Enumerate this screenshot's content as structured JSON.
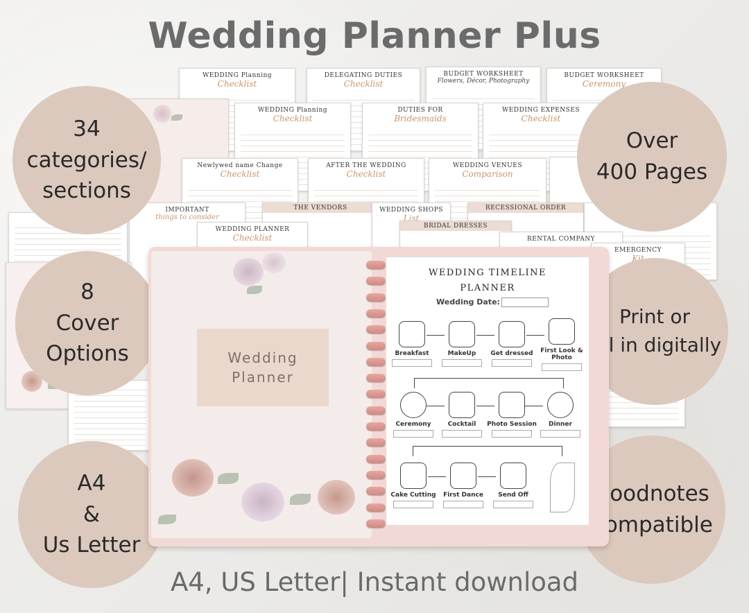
{
  "title": "Wedding Planner Plus",
  "footer": "A4, US Letter| Instant download",
  "colors": {
    "circle": "#dcc9bd",
    "title": "#6b6b6b",
    "binder": "#f3d9d5",
    "accent": "#c8956a"
  },
  "features": {
    "categories": [
      "34",
      "categories/",
      "sections"
    ],
    "pages": [
      "Over",
      "400 Pages"
    ],
    "covers": [
      "8",
      "Cover",
      "Options"
    ],
    "print": [
      "Print or",
      "Fill in digitally"
    ],
    "sizes": [
      "A4",
      "&",
      "Us Letter"
    ],
    "goodnotes": [
      "Goodnotes",
      "Compatible"
    ]
  },
  "pages": {
    "checklist": {
      "title": "WEDDING Planning",
      "script": "Checklist"
    },
    "delegating": {
      "title": "DELEGATING DUTIES",
      "script": "Checklist"
    },
    "budget": {
      "title": "BUDGET WORKSHEET",
      "script": "Flowers, Décor, Photography"
    },
    "budget2": {
      "title": "BUDGET WORKSHEET",
      "script": "Ceremony"
    },
    "checklist2": {
      "title": "WEDDING Planning",
      "script": "Checklist"
    },
    "bridesmaids": {
      "title": "DUTIES FOR",
      "script": "Bridesmaids"
    },
    "expenses": {
      "title": "WEDDING EXPENSES",
      "script": "Checklist"
    },
    "namechange": {
      "title": "Newlywed name Change",
      "script": "Checklist"
    },
    "after": {
      "title": "AFTER THE WEDDING",
      "script": "Checklist"
    },
    "venues": {
      "title": "WEDDING VENUES",
      "script": "Comparison"
    },
    "important": {
      "title": "IMPORTANT",
      "script": "things to consider"
    },
    "vendors": {
      "title": "THE VENDORS"
    },
    "shops": {
      "title": "WEDDING SHOPS",
      "script": "List"
    },
    "recessional": {
      "title": "RECESSIONAL ORDER"
    },
    "bridal": {
      "title": "BRIDAL DRESSES"
    },
    "planner": {
      "title": "WEDDING PLANNER",
      "script": "Checklist"
    },
    "rental": {
      "title": "RENTAL COMPANY"
    },
    "emergency": {
      "title": "EMERGENCY",
      "script": "Kit"
    },
    "makeup": {
      "title": "Make-Up"
    }
  },
  "cover": {
    "line1": "Wedding",
    "line2": "Planner"
  },
  "timeline": {
    "title1": "WEDDING TIMELINE",
    "title2": "PLANNER",
    "date_label": "Wedding Date:",
    "steps": [
      "Breakfast",
      "MakeUp",
      "Get dressed",
      "First Look & Photo",
      "Ceremony",
      "Cocktail",
      "Photo Session",
      "Dinner",
      "Cake Cutting",
      "First Dance",
      "Send Off"
    ]
  }
}
